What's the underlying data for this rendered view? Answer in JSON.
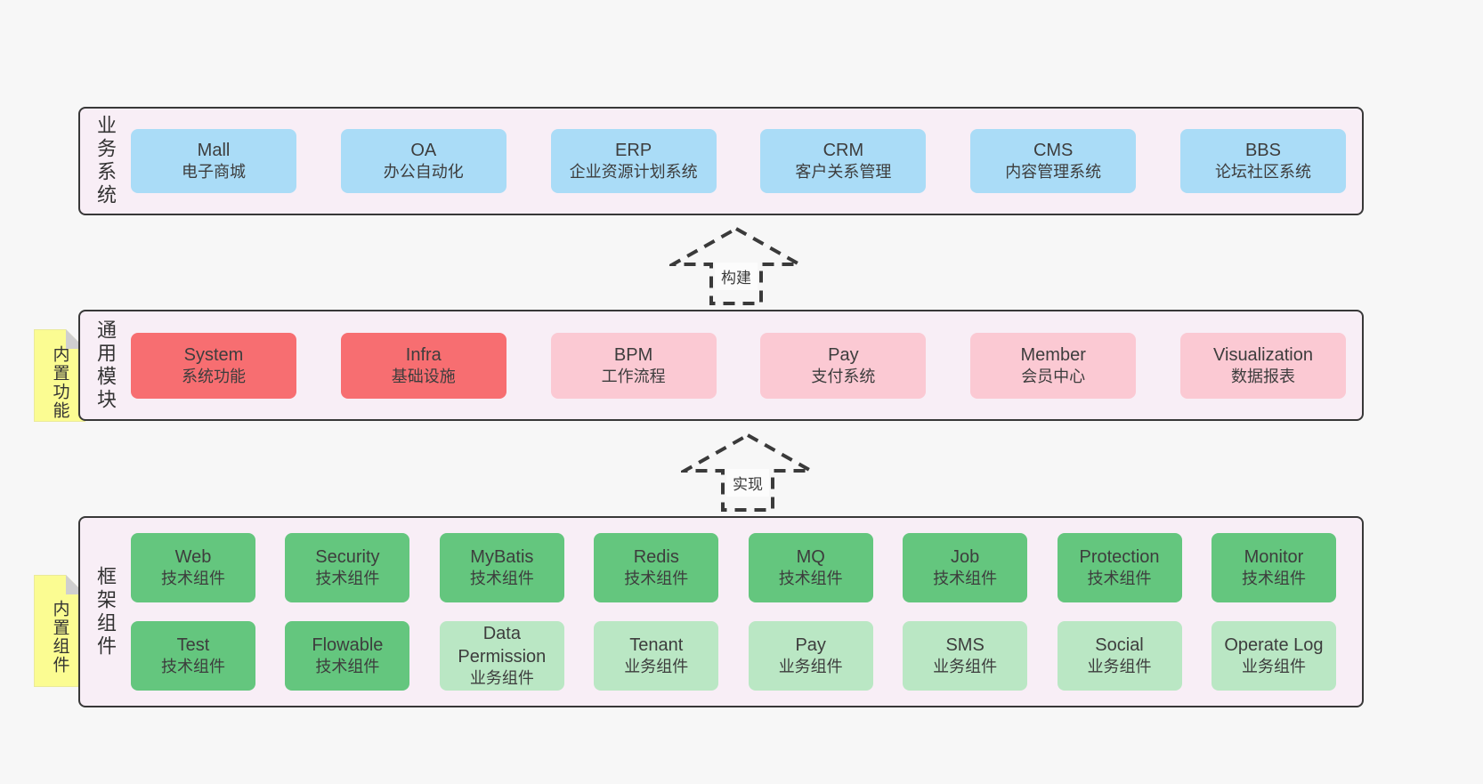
{
  "colors": {
    "page_bg": "#f7f7f7",
    "panel_bg": "#f8eef6",
    "panel_border": "#383838",
    "box_blue": "#aadcf7",
    "box_red": "#f76e71",
    "box_pink": "#fbc9d3",
    "box_green_dark": "#64c67e",
    "box_green_light": "#bae7c4",
    "note_bg": "#fbfc92",
    "note_fold": "#cfcfcf",
    "text": "#3d3d3d",
    "arrow_stroke": "#3a3a3a"
  },
  "layers": {
    "business": {
      "label": "业务系统",
      "boxes": [
        {
          "title": "Mall",
          "subtitle": "电子商城"
        },
        {
          "title": "OA",
          "subtitle": "办公自动化"
        },
        {
          "title": "ERP",
          "subtitle": "企业资源计划系统"
        },
        {
          "title": "CRM",
          "subtitle": "客户关系管理"
        },
        {
          "title": "CMS",
          "subtitle": "内容管理系统"
        },
        {
          "title": "BBS",
          "subtitle": "论坛社区系统"
        }
      ]
    },
    "modules": {
      "label": "通用模块",
      "note": "内置功能",
      "boxes": [
        {
          "title": "System",
          "subtitle": "系统功能"
        },
        {
          "title": "Infra",
          "subtitle": "基础设施"
        },
        {
          "title": "BPM",
          "subtitle": "工作流程"
        },
        {
          "title": "Pay",
          "subtitle": "支付系统"
        },
        {
          "title": "Member",
          "subtitle": "会员中心"
        },
        {
          "title": "Visualization",
          "subtitle": "数据报表"
        }
      ]
    },
    "components": {
      "label": "框架组件",
      "note": "内置组件",
      "row1": [
        {
          "title": "Web",
          "subtitle": "技术组件"
        },
        {
          "title": "Security",
          "subtitle": "技术组件"
        },
        {
          "title": "MyBatis",
          "subtitle": "技术组件"
        },
        {
          "title": "Redis",
          "subtitle": "技术组件"
        },
        {
          "title": "MQ",
          "subtitle": "技术组件"
        },
        {
          "title": "Job",
          "subtitle": "技术组件"
        },
        {
          "title": "Protection",
          "subtitle": "技术组件"
        },
        {
          "title": "Monitor",
          "subtitle": "技术组件"
        }
      ],
      "row2": [
        {
          "title": "Test",
          "subtitle": "技术组件"
        },
        {
          "title": "Flowable",
          "subtitle": "技术组件"
        },
        {
          "title": "Data Permission",
          "subtitle": "业务组件"
        },
        {
          "title": "Tenant",
          "subtitle": "业务组件"
        },
        {
          "title": "Pay",
          "subtitle": "业务组件"
        },
        {
          "title": "SMS",
          "subtitle": "业务组件"
        },
        {
          "title": "Social",
          "subtitle": "业务组件"
        },
        {
          "title": "Operate Log",
          "subtitle": "业务组件"
        }
      ]
    }
  },
  "arrows": {
    "build": {
      "label": "构建"
    },
    "implement": {
      "label": "实现"
    }
  }
}
